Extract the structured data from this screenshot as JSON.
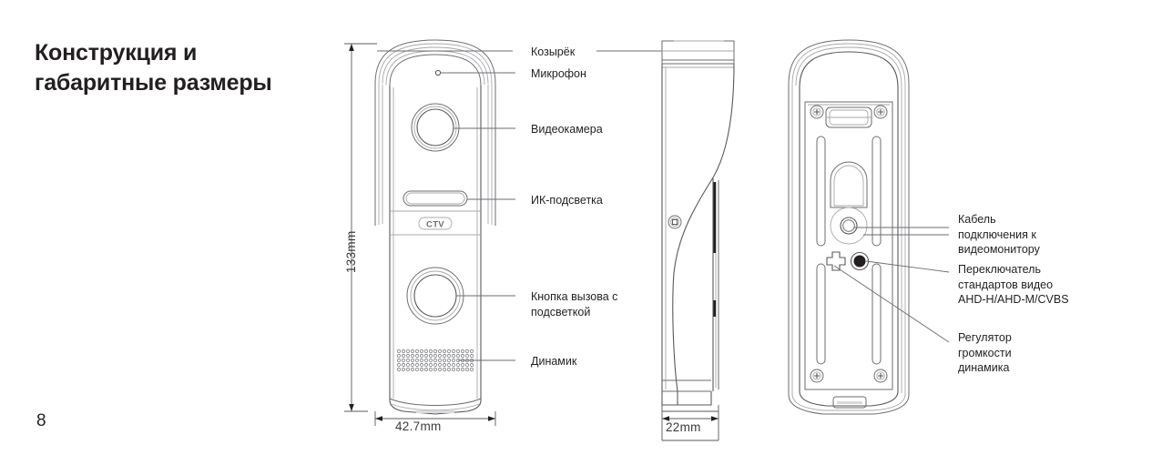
{
  "page": {
    "number": "8",
    "title_line1": "Конструкция и",
    "title_line2": "габаритные размеры"
  },
  "views": {
    "front": {
      "name": "front-view",
      "logo": "CTV"
    },
    "side": {
      "name": "side-view"
    },
    "rear": {
      "name": "rear-view"
    }
  },
  "dimensions": {
    "height": "133mm",
    "width": "42.7mm",
    "depth": "22mm"
  },
  "callouts_left": [
    {
      "id": "visor",
      "label": "Козырёк"
    },
    {
      "id": "microphone",
      "label": "Микрофон"
    },
    {
      "id": "videocamera",
      "label": "Видеокамера"
    },
    {
      "id": "ir-light",
      "label": "ИК-подсветка"
    },
    {
      "id": "call-button",
      "label": "Кнопка вызова с\nподсветкой"
    },
    {
      "id": "speaker",
      "label": "Динамик"
    }
  ],
  "callouts_right": [
    {
      "id": "cable",
      "label": "Кабель\nподключения к\nвидеомонитору"
    },
    {
      "id": "video-standard-switch",
      "label": "Переключатель\nстандартов видео\nAHD-H/AHD-M/CVBS"
    },
    {
      "id": "volume-regulator",
      "label": "Регулятор\nгромкости\nдинамика"
    }
  ],
  "colors": {
    "ink": "#231f20",
    "line": "#6d6e71",
    "line_light": "#a7a9ac",
    "background": "#ffffff"
  }
}
